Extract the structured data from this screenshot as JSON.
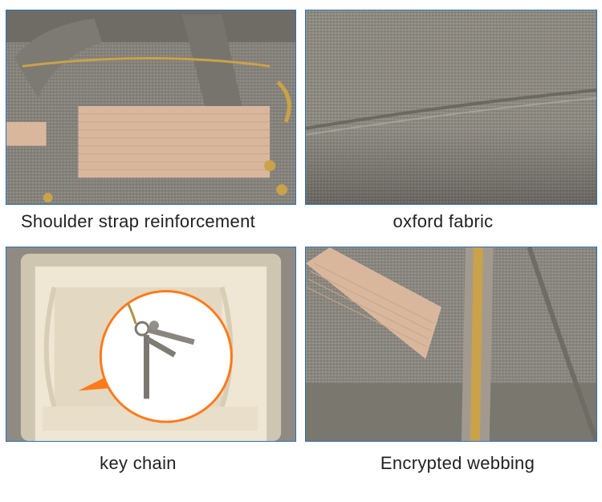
{
  "captions": {
    "shoulder_strap": "Shoulder strap reinforcement",
    "oxford_fabric": "oxford fabric",
    "key_chain": "key chain",
    "encrypted_webbing": "Encrypted webbing"
  },
  "colors": {
    "tile_border": "#2f6fb6",
    "fabric_gray": "#8a8780",
    "webbing_tan": "#d9b79d",
    "lining_cream": "#efe6d3",
    "accent_orange": "#ff7a1a",
    "hardware_gold": "#c9a24a"
  }
}
